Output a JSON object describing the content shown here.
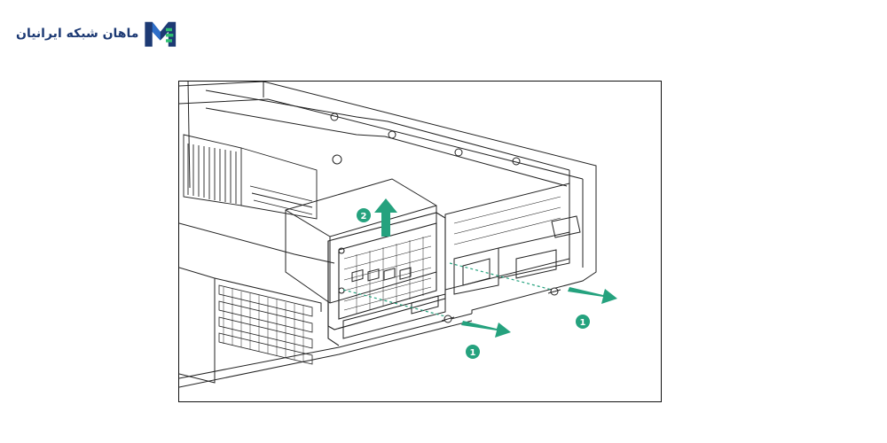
{
  "brand": {
    "name": "ماهان شبکه ایرانیان",
    "logo_icon": "mahan-m-logo-icon",
    "colors": {
      "navy": "#1d3a74",
      "blue": "#2f6fc9",
      "green": "#2fbf71"
    }
  },
  "diagram": {
    "accent_color": "#25a27e",
    "line_color": "#222222",
    "steps": [
      {
        "number": "1",
        "action": "remove-screw"
      },
      {
        "number": "2",
        "action": "lift-riser-cage"
      },
      {
        "number": "1",
        "action": "remove-screw"
      }
    ]
  }
}
